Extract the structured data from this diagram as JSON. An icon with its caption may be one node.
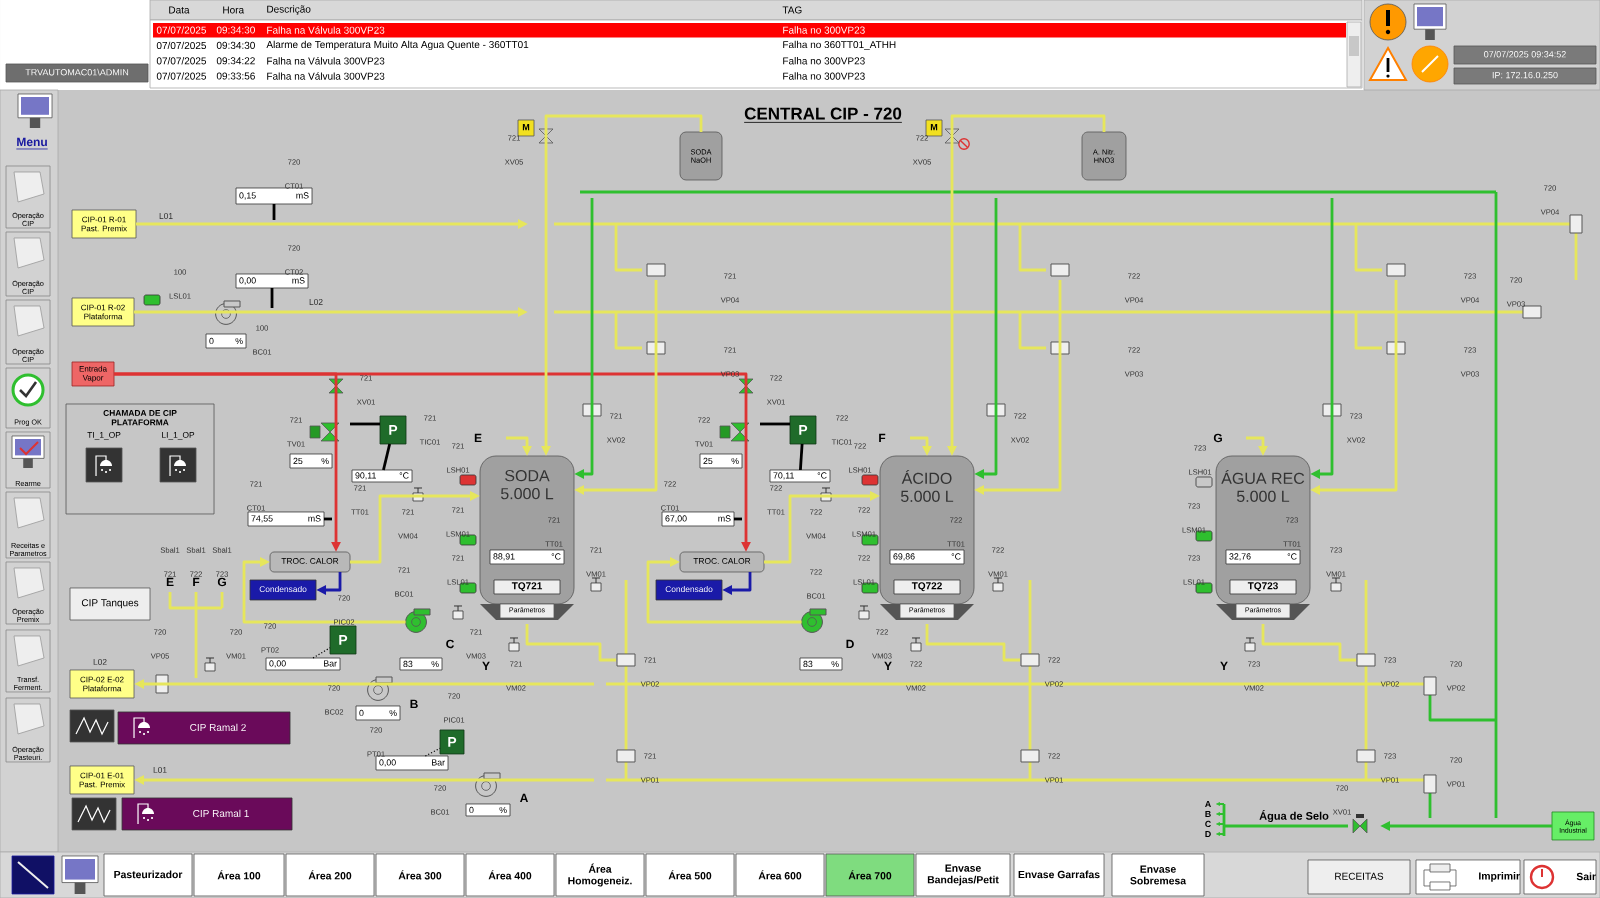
{
  "diagram": {
    "title": "CENTRAL CIP - 720",
    "nodes": [
      {
        "text": [
          "TRVAUTOMAC01\\ADMIN"
        ]
      },
      {
        "text": [
          "07/07/2025 09:34:52"
        ]
      },
      {
        "text": [
          "IP: 172.16.0.250"
        ]
      },
      {
        "text": [
          "Operação CIP"
        ]
      },
      {
        "text": [
          "Operação CIP"
        ]
      },
      {
        "text": [
          "Operação CIP"
        ]
      },
      {
        "text": [
          "Prog OK"
        ]
      },
      {
        "text": [
          "Rearme"
        ]
      },
      {
        "text": [
          "Receitas e Parametros"
        ]
      },
      {
        "text": [
          "Operação Premix"
        ]
      },
      {
        "text": [
          "Transf. Ferment."
        ]
      },
      {
        "text": [
          "Operação Pasteuri."
        ]
      },
      {
        "text": [
          "Pasteurizador"
        ]
      },
      {
        "text": [
          "Área 100"
        ]
      },
      {
        "text": [
          "Área 200"
        ]
      },
      {
        "text": [
          "Área 300"
        ]
      },
      {
        "text": [
          "Área 400"
        ]
      },
      {
        "text": [
          "Área Homogeneiz."
        ]
      },
      {
        "text": [
          "Área 500"
        ]
      },
      {
        "text": [
          "Área 600"
        ]
      },
      {
        "text": [
          "Área 700"
        ]
      },
      {
        "text": [
          "Envase Bandejas/Petit"
        ]
      },
      {
        "text": [
          "Envase Garrafas"
        ]
      },
      {
        "text": [
          "Envase Sobremesa"
        ]
      },
      {
        "text": [
          "RECEITAS"
        ]
      },
      {
        "text": [
          "Imprimir"
        ]
      },
      {
        "text": [
          "Sair"
        ]
      },
      {
        "text": [
          "CIP-01 R-01 Past. Premix"
        ]
      },
      {
        "text": [
          "CIP-01 R-02 Plataforma"
        ]
      },
      {
        "text": [
          "Entrada Vapor"
        ]
      },
      {
        "text": [
          "CHAMADA DE CIP PLATAFORMA"
        ]
      },
      {
        "text": [
          "TI_1_OP"
        ],
        "in": 30
      },
      {
        "text": [
          "LI_1_OP"
        ],
        "in": 30
      },
      {
        "text": [
          "CIP Tanques"
        ]
      },
      {
        "text": [
          "CIP-02 E-02 Plataforma"
        ]
      },
      {
        "text": [
          "CIP Ramal 2"
        ]
      },
      {
        "text": [
          "CIP-01 E-01 Past. Premix"
        ]
      },
      {
        "text": [
          "CIP Ramal 1"
        ]
      },
      {
        "text": [
          "SODA NaOH"
        ]
      },
      {
        "text": [
          "A. Nitr. HNO3"
        ]
      },
      {
        "text": [
          "M"
        ]
      },
      {
        "text": [
          "M"
        ]
      },
      {
        "text": [
          "0,15",
          "mS"
        ]
      },
      {
        "text": [
          "0,00",
          "mS"
        ]
      },
      {
        "text": [
          "0",
          "%"
        ]
      },
      {
        "text": [
          "P"
        ]
      },
      {
        "text": [
          "25",
          "%"
        ]
      },
      {
        "text": [
          "90,11",
          "°C"
        ]
      },
      {
        "text": [
          "74,55",
          "mS"
        ]
      },
      {
        "text": [
          "TROC. CALOR"
        ]
      },
      {
        "text": [
          "Condensado"
        ]
      },
      {
        "text": [
          "SODA",
          "5.000 L"
        ]
      },
      {
        "text": [
          "88,91",
          "°C"
        ],
        "in": 51
      },
      {
        "text": [
          "TQ721"
        ],
        "in": 51
      },
      {
        "text": [
          "Parâmetros"
        ]
      },
      {
        "text": [
          "P"
        ]
      },
      {
        "text": [
          "25",
          "%"
        ]
      },
      {
        "text": [
          "70,11",
          "°C"
        ]
      },
      {
        "text": [
          "67,00",
          "mS"
        ]
      },
      {
        "text": [
          "TROC. CALOR"
        ]
      },
      {
        "text": [
          "Condensado"
        ]
      },
      {
        "text": [
          "ÁCIDO",
          "5.000 L"
        ]
      },
      {
        "text": [
          "69,86",
          "°C"
        ],
        "in": 61
      },
      {
        "text": [
          "TQ722"
        ],
        "in": 61
      },
      {
        "text": [
          "Parâmetros"
        ]
      },
      {
        "text": [
          "ÁGUA REC",
          "5.000 L"
        ]
      },
      {
        "text": [
          "32,76",
          "°C"
        ],
        "in": 65
      },
      {
        "text": [
          "TQ723"
        ],
        "in": 65
      },
      {
        "text": [
          "Parâmetros"
        ]
      },
      {
        "text": [
          "83",
          "%"
        ]
      },
      {
        "text": [
          "83",
          "%"
        ]
      },
      {
        "text": [
          "P"
        ]
      },
      {
        "text": [
          "0,00",
          "Bar"
        ]
      },
      {
        "text": [
          "0",
          "%"
        ]
      },
      {
        "text": [
          "P"
        ]
      },
      {
        "text": [
          "0,00",
          "Bar"
        ]
      },
      {
        "text": [
          "0",
          "%"
        ]
      },
      {
        "text": [
          "Água Industrial"
        ]
      },
      {
        "text": [],
        "shape": "circle"
      },
      {
        "text": [],
        "shape": "circle"
      }
    ],
    "edges": [
      {
        "from": 27,
        "to": null,
        "arrow": "to",
        "color": "#e6e65c"
      },
      {
        "from": 28,
        "to": null,
        "arrow": "to",
        "color": "#e6e65c"
      },
      {
        "from": 29,
        "to": 49,
        "arrow": "to",
        "color": "#dd3333"
      },
      {
        "from": 29,
        "to": 59,
        "arrow": "to",
        "color": "#dd3333"
      },
      {
        "from": null,
        "to": 34,
        "arrow": "to",
        "color": "#e6e65c"
      },
      {
        "from": null,
        "to": 36,
        "arrow": "to",
        "color": "#e6e65c"
      },
      {
        "from": 49,
        "to": 50,
        "arrow": "to",
        "color": "#1a1aa8"
      },
      {
        "from": 59,
        "to": 60,
        "arrow": "to",
        "color": "#1a1aa8"
      },
      {
        "from": 45,
        "to": 47,
        "arrow": "none",
        "color": "#000000"
      },
      {
        "from": 55,
        "to": 57,
        "arrow": "none",
        "color": "#000000"
      },
      {
        "from": 72,
        "to": 71,
        "arrow": "none",
        "style": "dashed",
        "color": "#000000"
      },
      {
        "from": 75,
        "to": 74,
        "arrow": "none",
        "style": "dashed",
        "color": "#000000"
      },
      {
        "from": 77,
        "to": null,
        "arrow": "to",
        "color": "#2fbf2f"
      },
      {
        "from": 38,
        "to": 51,
        "arrow": "to",
        "color": "#e6e65c"
      },
      {
        "from": 39,
        "to": 61,
        "arrow": "to",
        "color": "#e6e65c"
      },
      {
        "from": null,
        "to": 51,
        "arrow": "to",
        "color": "#e6e65c"
      },
      {
        "from": null,
        "to": 61,
        "arrow": "to",
        "color": "#e6e65c"
      },
      {
        "from": null,
        "to": 65,
        "arrow": "to",
        "color": "#e6e65c"
      },
      {
        "from": null,
        "to": 51,
        "arrow": "to",
        "color": "#2fbf2f"
      },
      {
        "from": null,
        "to": 61,
        "arrow": "to",
        "color": "#2fbf2f"
      },
      {
        "from": null,
        "to": 65,
        "arrow": "to",
        "color": "#2fbf2f"
      },
      {
        "from": null,
        "to": 51,
        "arrow": "to",
        "color": "#e6e65c"
      },
      {
        "from": null,
        "to": 61,
        "arrow": "to",
        "color": "#e6e65c"
      },
      {
        "from": null,
        "to": 65,
        "arrow": "to",
        "color": "#e6e65c"
      },
      {
        "from": 49,
        "to": 51,
        "arrow": "to",
        "color": "#e6e65c"
      },
      {
        "from": 59,
        "to": 61,
        "arrow": "to",
        "color": "#e6e65c"
      },
      {
        "from": 78,
        "to": 49,
        "arrow": "to",
        "color": "#e6e65c"
      },
      {
        "from": 79,
        "to": 59,
        "arrow": "to",
        "color": "#e6e65c"
      },
      {
        "from": 42,
        "to": null,
        "arrow": "none",
        "color": "#000000"
      },
      {
        "from": 43,
        "to": null,
        "arrow": "none",
        "color": "#000000"
      },
      {
        "from": 48,
        "to": null,
        "arrow": "none",
        "color": "#000000"
      },
      {
        "from": 58,
        "to": null,
        "arrow": "none",
        "color": "#000000"
      },
      {
        "from": 45,
        "to": null,
        "arrow": "none",
        "color": "#000000"
      },
      {
        "from": 55,
        "to": null,
        "arrow": "none",
        "color": "#000000"
      }
    ],
    "labels": [
      "Data",
      "Hora",
      "Descrição",
      "TAG",
      "07/07/2025",
      "09:34:30",
      "Falha na Válvula 300VP23",
      "Falha no 300VP23",
      "07/07/2025",
      "09:34:30",
      "Alarme de Temperatura Muito Alta Agua Quente - 360TT01",
      "Falha no 360TT01_ATHH",
      "07/07/2025",
      "09:34:22",
      "Falha na Válvula 300VP23",
      "Falha no 300VP23",
      "07/07/2025",
      "09:33:56",
      "Falha na Válvula 300VP23",
      "Falha no 300VP23",
      "Menu",
      "721 XV05",
      "722 XV05",
      "720 CT01",
      "720 VP04",
      "L01",
      "720 CT02",
      "100 LSL01",
      "721 VP04",
      "722 VP04",
      "723 VP04",
      "720 VP03",
      "L02",
      "100 BC01",
      "721 VP03",
      "722 VP03",
      "723 VP03",
      "721 XV01",
      "722 XV01",
      "721 TV01",
      "721 TIC01",
      "E",
      "721 XV02",
      "722 TV01",
      "722 TIC01",
      "F",
      "722 XV02",
      "G",
      "723 XV02",
      "721 LSH01",
      "722 LSH01",
      "723 LSH01",
      "721 CT01",
      "721 TT01",
      "722 CT01",
      "722 TT01",
      "721 VM04",
      "721 LSM01",
      "721 TT01",
      "722 VM04",
      "722 LSM01",
      "722 TT01",
      "723 LSM01",
      "723 TT01",
      "Sbal1 721",
      "E",
      "Sbal1 722",
      "F",
      "Sbal1 723",
      "G",
      "721 BC01",
      "721 LSL01",
      "721 VM01",
      "722 BC01",
      "722 LSL01",
      "722 VM01",
      "723 LSL01",
      "723 VM01",
      "720 PIC02",
      "720 VP05",
      "720 VM01",
      "720 PT02",
      "C",
      "721 VM03",
      "D",
      "722 VM03",
      "L02",
      "Y",
      "721 VM02",
      "721 VP02",
      "Y",
      "722 VM02",
      "722 VP02",
      "Y",
      "723 VM02",
      "723 VP02",
      "720 VP02",
      "720 BC02",
      "B",
      "720 PIC01",
      "720 PT01",
      "L01",
      "721 VP01",
      "722 VP01",
      "723 VP01",
      "720 VP01",
      "720 BC01",
      "A",
      "A",
      "720 XV01",
      "B",
      "Água de Selo",
      "C",
      "D"
    ]
  }
}
